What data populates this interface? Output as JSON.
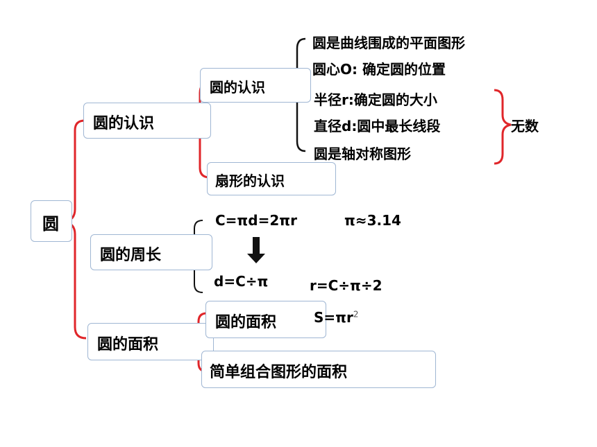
{
  "root": "圆",
  "nodes": {
    "renshi": "圆的认识",
    "zhouchang": "圆的周长",
    "mianji": "圆的面积",
    "renshi_sub": "圆的认识",
    "shanxing": "扇形的认识",
    "mianji_sub": "圆的面积",
    "zuhe": "简单组合图形的面积"
  },
  "facts": [
    "圆是曲线围成的平面图形",
    "圆心O: 确定圆的位置",
    "半径r:确定圆的大小",
    "直径d:圆中最长线段",
    "圆是轴对称图形"
  ],
  "wushu": "无数",
  "formulas": {
    "circumference": "C=πd=2πr",
    "pi": "π≈3.14",
    "d": "d=C÷π",
    "r": "r=C÷π÷2",
    "area_base": "S=πr",
    "area_sup": "2"
  },
  "colors": {
    "bracket": "#e0262a",
    "box_border": "#9fb6d3",
    "arrow": "#111111"
  }
}
